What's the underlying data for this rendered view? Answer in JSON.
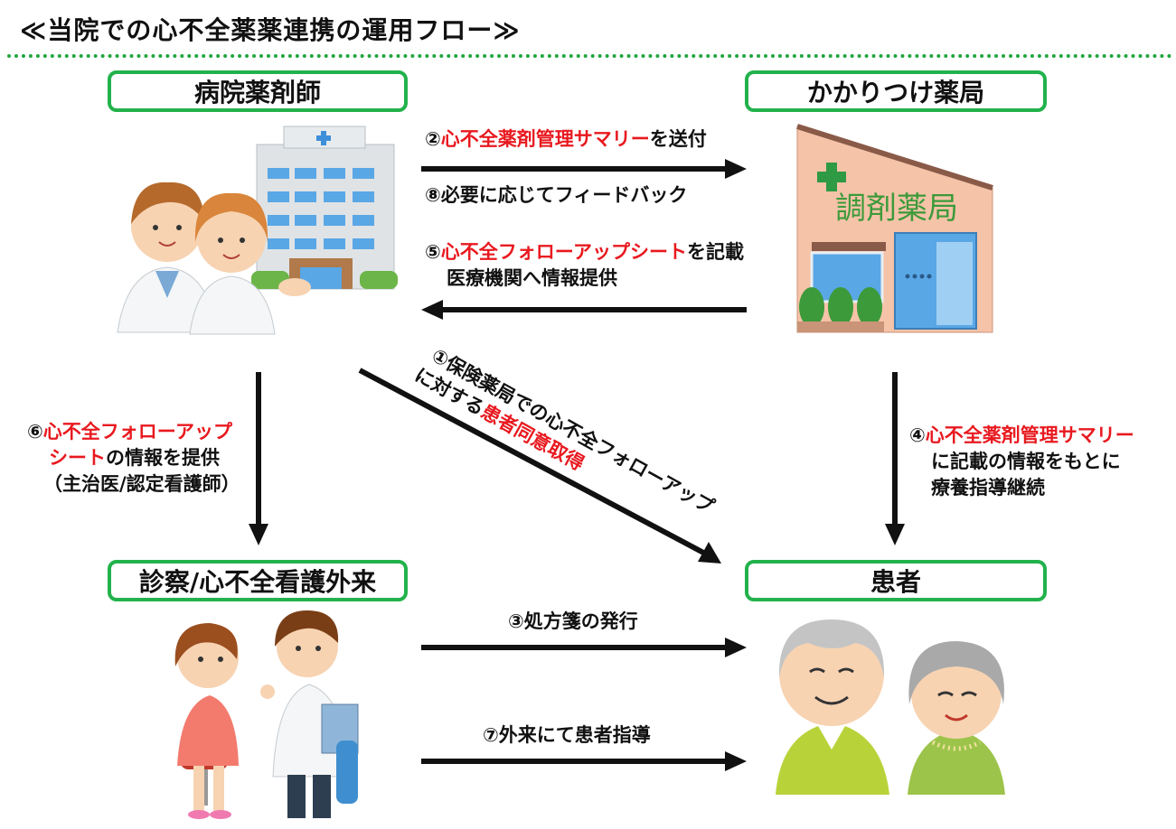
{
  "title": "≪当院での心不全薬薬連携の運用フロー≫",
  "nodes": {
    "hospital_pharmacist": "病院薬剤師",
    "pharmacy": "かかりつけ薬局",
    "clinic": "診察/心不全看護外来",
    "patient": "患者"
  },
  "pharmacy_sign": "調剤薬局",
  "steps": {
    "s2": {
      "num": "②",
      "red": "心不全薬剤管理サマリー",
      "rest": "を送付"
    },
    "s8": {
      "text": "⑧必要に応じてフィードバック"
    },
    "s5": {
      "num": "⑤",
      "red": "心不全フォローアップシート",
      "rest": "を記載",
      "line2": "医療機関へ情報提供"
    },
    "s1": {
      "line1": "①保険薬局での心不全フォローアップ",
      "line2_pre": "に対する",
      "line2_red": "患者同意取得"
    },
    "s6": {
      "num": "⑥",
      "red1": "心不全フォローアップ",
      "red2": "シート",
      "rest2": "の情報を提供",
      "line3": "（主治医/認定看護師）"
    },
    "s4": {
      "num": "④",
      "red": "心不全薬剤管理サマリー",
      "line2": "に記載の情報をもとに",
      "line3": "療養指導継続"
    },
    "s3": {
      "text": "③処方箋の発行"
    },
    "s7": {
      "text": "⑦外来にて患者指導"
    }
  },
  "colors": {
    "green": "#22b24c",
    "dotline": "#22a540",
    "red": "#e8191f",
    "arrow": "#111111"
  },
  "icons": [
    "hospital-pharmacists-illustration",
    "pharmacy-building-illustration",
    "clinic-consultation-illustration",
    "elderly-patients-illustration"
  ]
}
